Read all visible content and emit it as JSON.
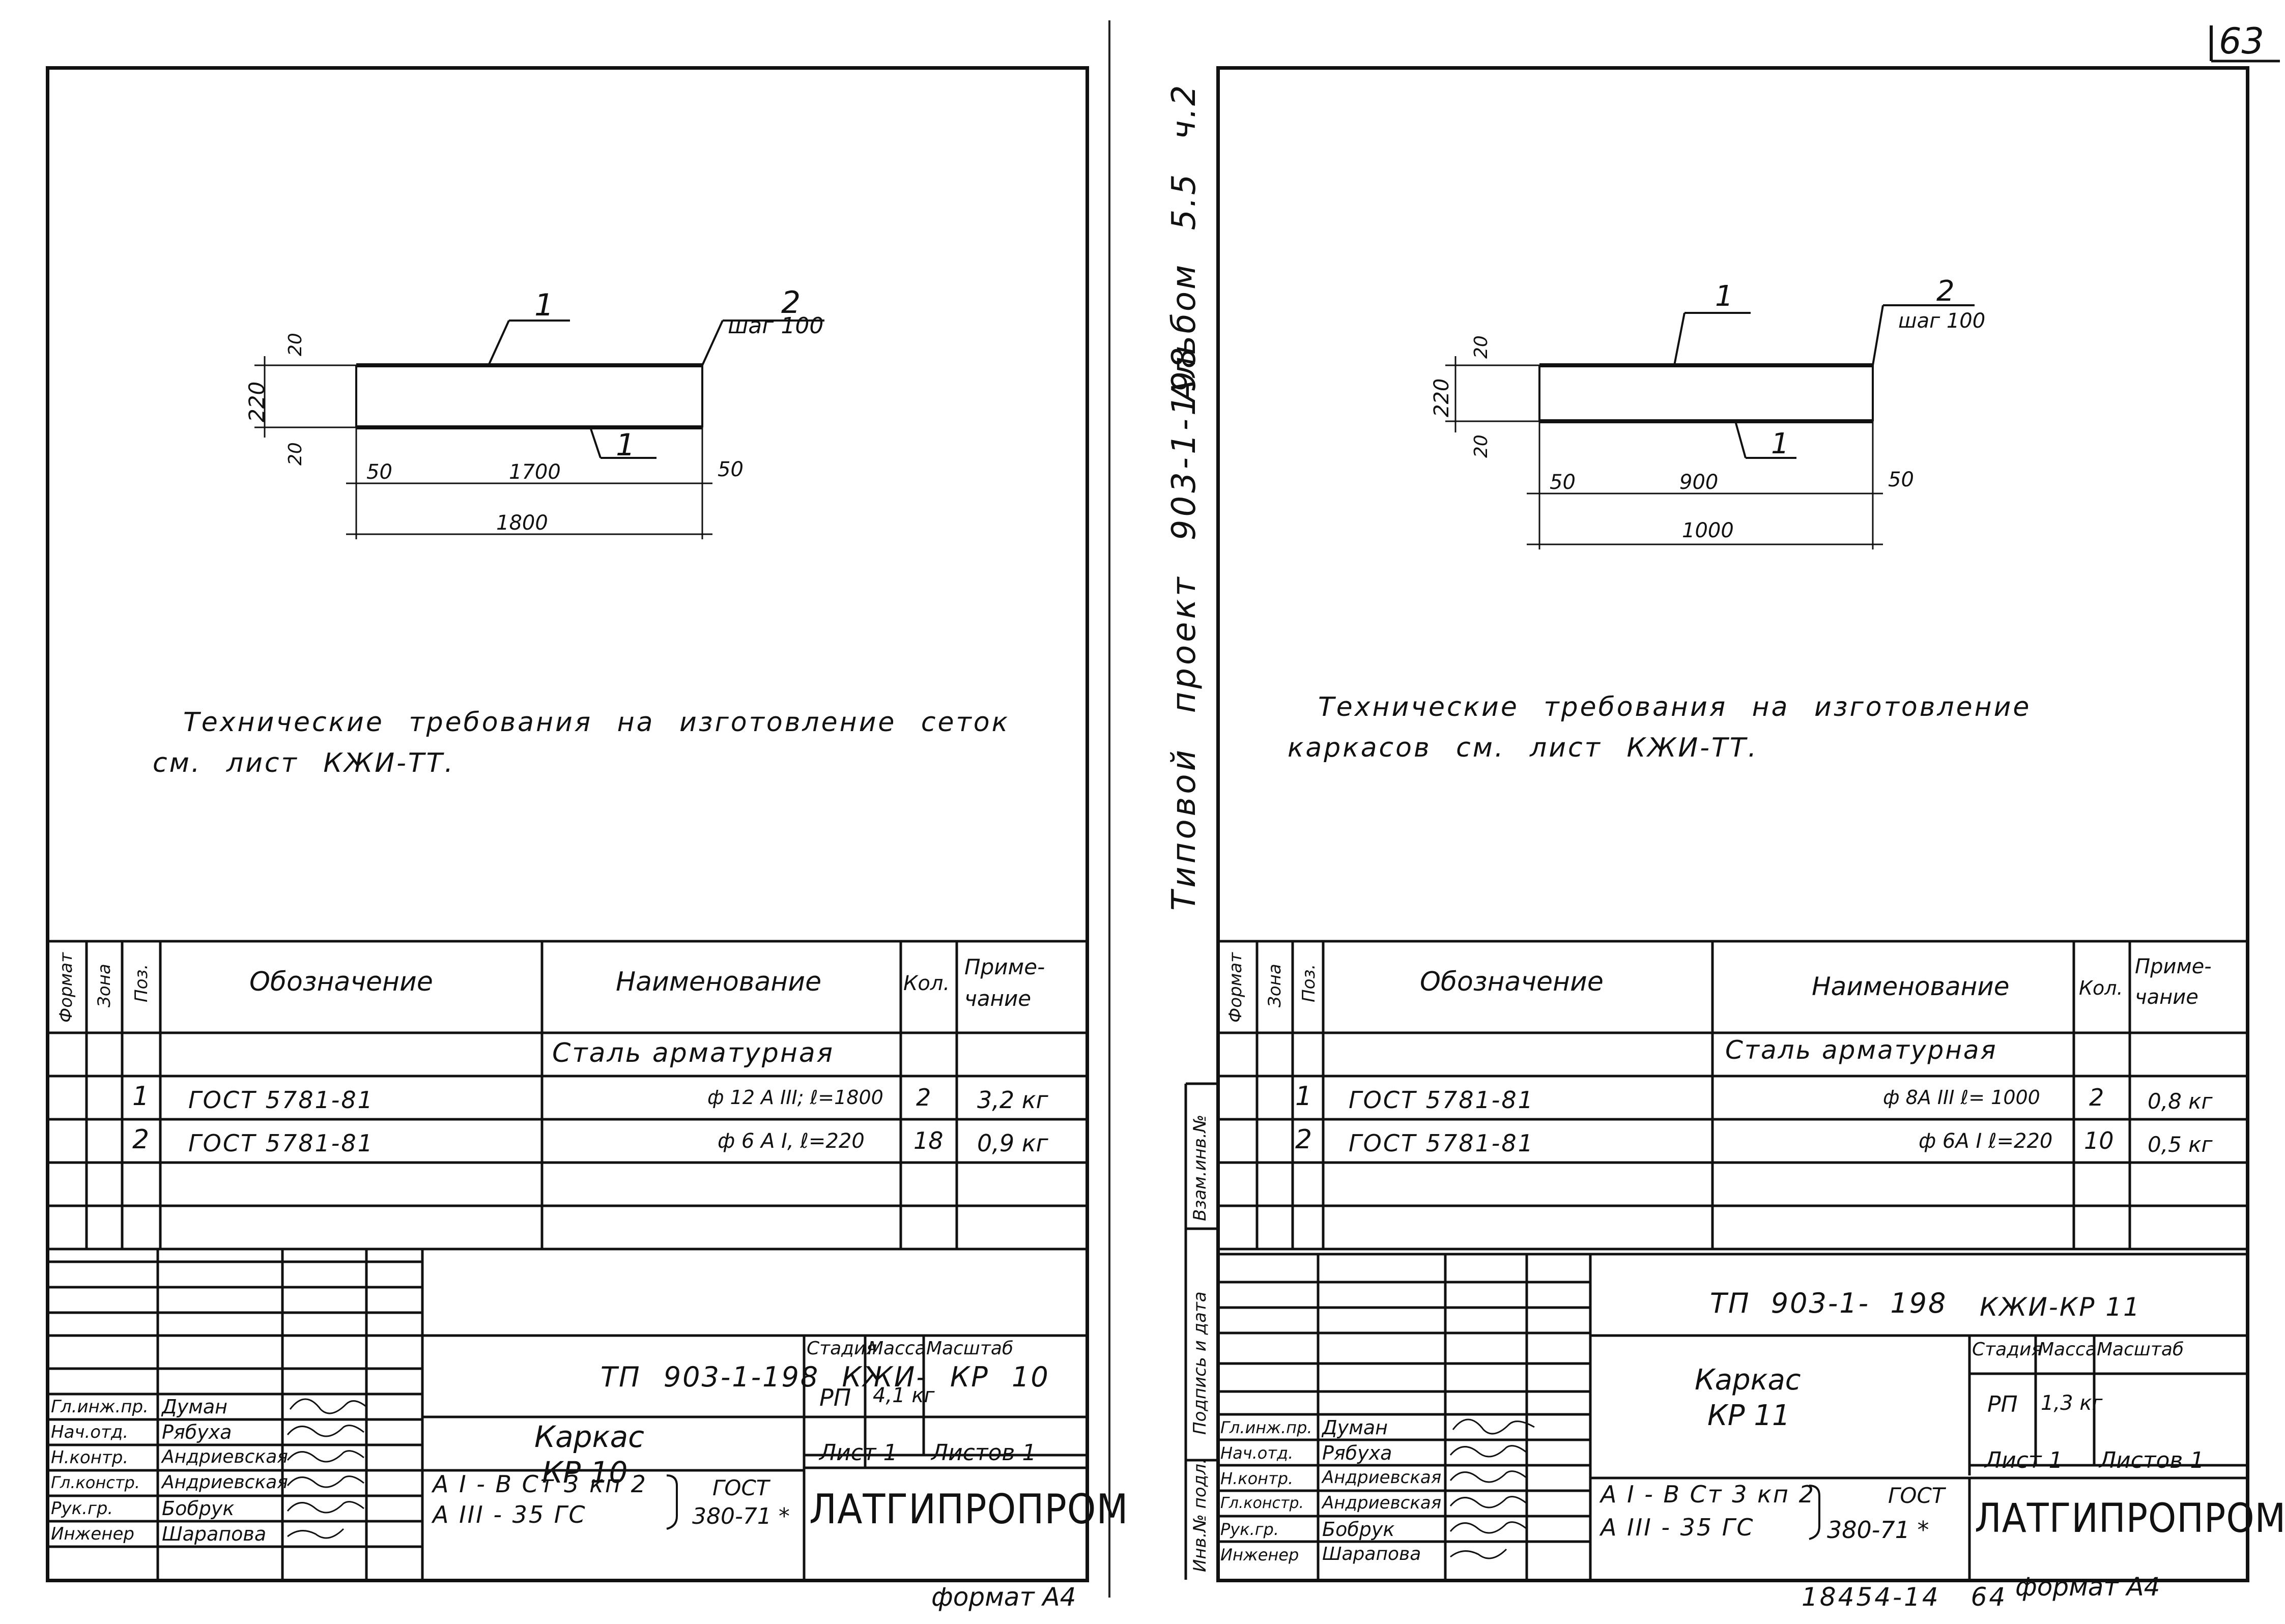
{
  "page_number": "63",
  "album_label": "Альбом 5.5 ч.2",
  "project_label": "Типовой проект 903-1-198",
  "footer_code": "18454-14 64",
  "left": {
    "drawing": {
      "leader1_top": "1",
      "leader1_bottom": "1",
      "leader2": "2",
      "step": "шаг 100",
      "dim_height_total": "220",
      "dim_height_top": "20",
      "dim_height_bottom": "20",
      "dim_left_offset": "50",
      "dim_inner": "1700",
      "dim_right_offset": "50",
      "dim_total": "1800"
    },
    "tech_req_line1": "Технические требования на изготовление сеток",
    "tech_req_line2": "см. лист КЖИ-ТТ.",
    "spec": {
      "headers": {
        "format": "Формат",
        "zone": "Зона",
        "pos": "Поз.",
        "designation": "Обозначение",
        "name": "Наименование",
        "qty": "Кол.",
        "note": "Приме-чание"
      },
      "section": "Сталь арматурная",
      "rows": [
        {
          "pos": "1",
          "designation": "ГОСТ 5781-81",
          "name": "ф 12 А III; ℓ=1800",
          "qty": "2",
          "note": "3,2 кг"
        },
        {
          "pos": "2",
          "designation": "ГОСТ 5781-81",
          "name": "ф 6 А I, ℓ=220",
          "qty": "18",
          "note": "0,9 кг"
        }
      ]
    },
    "title_block": {
      "code": "ТП 903-1-198 КЖИ- КР 10",
      "title_line1": "Каркас",
      "title_line2": "КР 10",
      "stage_label": "Стадия",
      "mass_label": "Масса",
      "scale_label": "Масштаб",
      "stage": "РП",
      "mass": "4,1 кг",
      "sheet": "Лист 1",
      "sheets": "Листов 1",
      "steel_line1": "А I - В Ст 3 кп 2",
      "steel_line2": "А III - 35 ГС",
      "gost_line1": "ГОСТ",
      "gost_line2": "380-71 *",
      "org": "ЛАТГИПРОПРОМ",
      "people": [
        {
          "role": "Гл.инж.пр.",
          "name": "Думан"
        },
        {
          "role": "Нач.отд.",
          "name": "Рябуха"
        },
        {
          "role": "Н.контр.",
          "name": "Андриевская"
        },
        {
          "role": "Гл.констр.",
          "name": "Андриевская"
        },
        {
          "role": "Рук.гр.",
          "name": "Бобрук"
        },
        {
          "role": "Инженер",
          "name": "Шарапова"
        }
      ]
    },
    "format": "формат А4"
  },
  "right": {
    "drawing": {
      "leader1_top": "1",
      "leader1_bottom": "1",
      "leader2": "2",
      "step": "шаг 100",
      "dim_height_total": "220",
      "dim_height_top": "20",
      "dim_height_bottom": "20",
      "dim_left_offset": "50",
      "dim_inner": "900",
      "dim_right_offset": "50",
      "dim_total": "1000"
    },
    "tech_req_line1": "Технические требования на изготовление",
    "tech_req_line2": "каркасов см. лист КЖИ-ТТ.",
    "spec": {
      "headers": {
        "format": "Формат",
        "zone": "Зона",
        "pos": "Поз.",
        "designation": "Обозначение",
        "name": "Наименование",
        "qty": "Кол.",
        "note": "Приме-чание"
      },
      "section": "Сталь арматурная",
      "rows": [
        {
          "pos": "1",
          "designation": "ГОСТ 5781-81",
          "name": "ф 8А III ℓ= 1000",
          "qty": "2",
          "note": "0,8 кг"
        },
        {
          "pos": "2",
          "designation": "ГОСТ 5781-81",
          "name": "ф 6А I ℓ=220",
          "qty": "10",
          "note": "0,5 кг"
        }
      ]
    },
    "title_block": {
      "code": "ТП 903-1- 198",
      "code2": "КЖИ-КР 11",
      "title_line1": "Каркас",
      "title_line2": "КР 11",
      "stage_label": "Стадия",
      "mass_label": "Масса",
      "scale_label": "Масштаб",
      "stage": "РП",
      "mass": "1,3 кг",
      "sheet": "Лист 1",
      "sheets": "Листов 1",
      "steel_line1": "А I - В Ст 3 кп 2",
      "steel_line2": "А III - 35 ГС",
      "gost_line1": "ГОСТ",
      "gost_line2": "380-71 *",
      "org": "ЛАТГИПРОПРОМ",
      "people": [
        {
          "role": "Гл.инж.пр.",
          "name": "Думан"
        },
        {
          "role": "Нач.отд.",
          "name": "Рябуха"
        },
        {
          "role": "Н.контр.",
          "name": "Андриевская"
        },
        {
          "role": "Гл.констр.",
          "name": "Андриевская"
        },
        {
          "role": "Рук.гр.",
          "name": "Бобрук"
        },
        {
          "role": "Инженер",
          "name": "Шарапова"
        }
      ],
      "side_labels": {
        "inv": "Инв.№ подл.",
        "sign": "Подпись и дата",
        "vzam": "Взам.инв.№"
      }
    },
    "format": "формат А4"
  }
}
